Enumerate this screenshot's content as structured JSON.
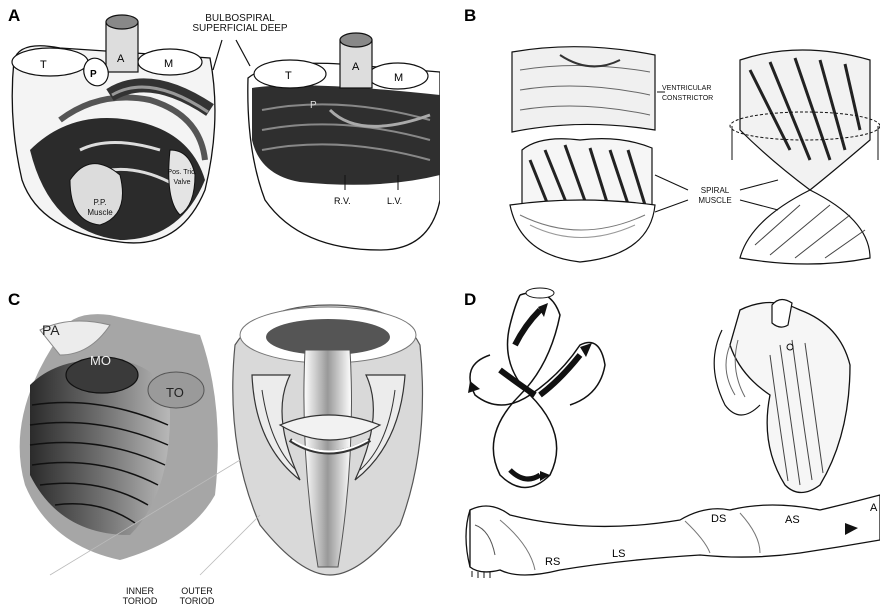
{
  "panels": {
    "A": {
      "label": "A",
      "header_line1": "BULBOSPIRAL",
      "header_line2a": "SUPERFICIAL",
      "header_line2b": "DEEP",
      "left_heart": {
        "T": "T",
        "P": "P",
        "A": "A",
        "M": "M",
        "pp_muscle": "P.P.\nMuscle",
        "valve_label": "Pos. Tric.\nValve"
      },
      "right_heart": {
        "T": "T",
        "A": "A",
        "M": "M",
        "P": "P",
        "RV": "R.V.",
        "LV": "L.V."
      }
    },
    "B": {
      "label": "B",
      "ventricular_constrictor": "VENTRICULAR\nCONSTRICTOR",
      "spiral_muscle": "SPIRAL\nMUSCLE"
    },
    "C": {
      "label": "C",
      "PA": "PA",
      "MO": "MO",
      "TO": "TO",
      "inner": "INNER\nTORIOD",
      "outer": "OUTER\nTORIOD"
    },
    "D": {
      "label": "D",
      "RS": "RS",
      "LS": "LS",
      "DS": "DS",
      "AS": "AS",
      "A": "A"
    }
  },
  "colors": {
    "ink": "#111111",
    "shade_dark": "#2b2b2b",
    "shade_mid": "#7a7a7a",
    "shade_light": "#c9c9c9"
  }
}
